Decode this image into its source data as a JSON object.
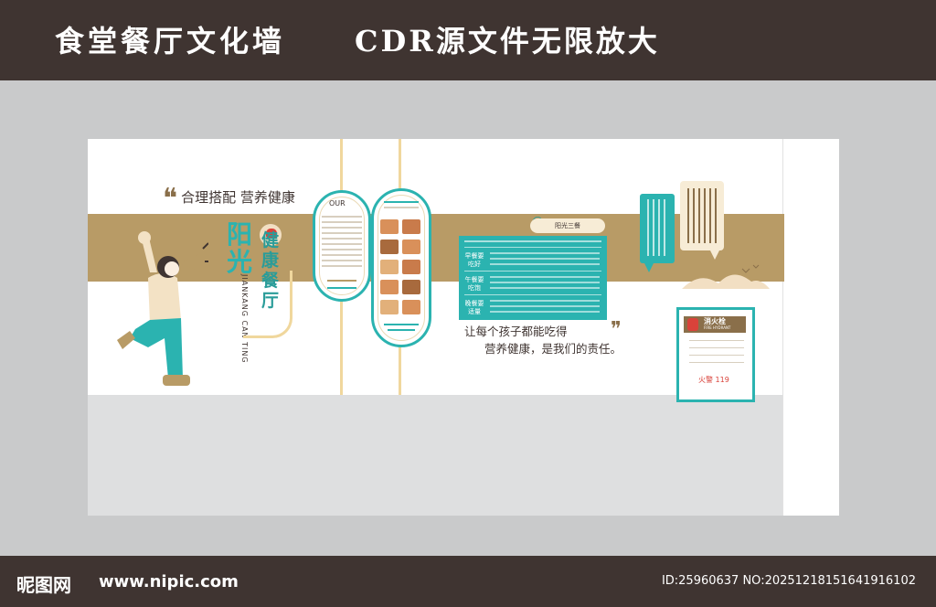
{
  "header": {
    "title": "食堂餐厅文化墙",
    "subtitle": "CDR源文件无限放大"
  },
  "footer": {
    "logo": "昵图网",
    "site": "www.nipic.com",
    "id_info": "ID:25960637 NO:20251218151641916102"
  },
  "wall": {
    "slogan_top": "合理搭配 营养健康",
    "big_title": "阳光",
    "big_title_sub": "健康餐厅",
    "pinyin": "JIANKANG CAN TING",
    "panel_center_header": "阳光三餐",
    "meals": [
      "早餐要吃好",
      "午餐要吃饱",
      "晚餐要适量"
    ],
    "slogan_bottom_line1": "让每个孩子都能吃得",
    "slogan_bottom_line2": "营养健康，是我们的责任。",
    "pill_left_title": "OUR",
    "hydrant_title": "消火栓",
    "hydrant_sub": "FIRE HYDRANT",
    "hydrant_phone": "火警 119"
  },
  "colors": {
    "teal": "#2bb3b0",
    "tan": "#b89b66",
    "dark": "#3f3431"
  }
}
